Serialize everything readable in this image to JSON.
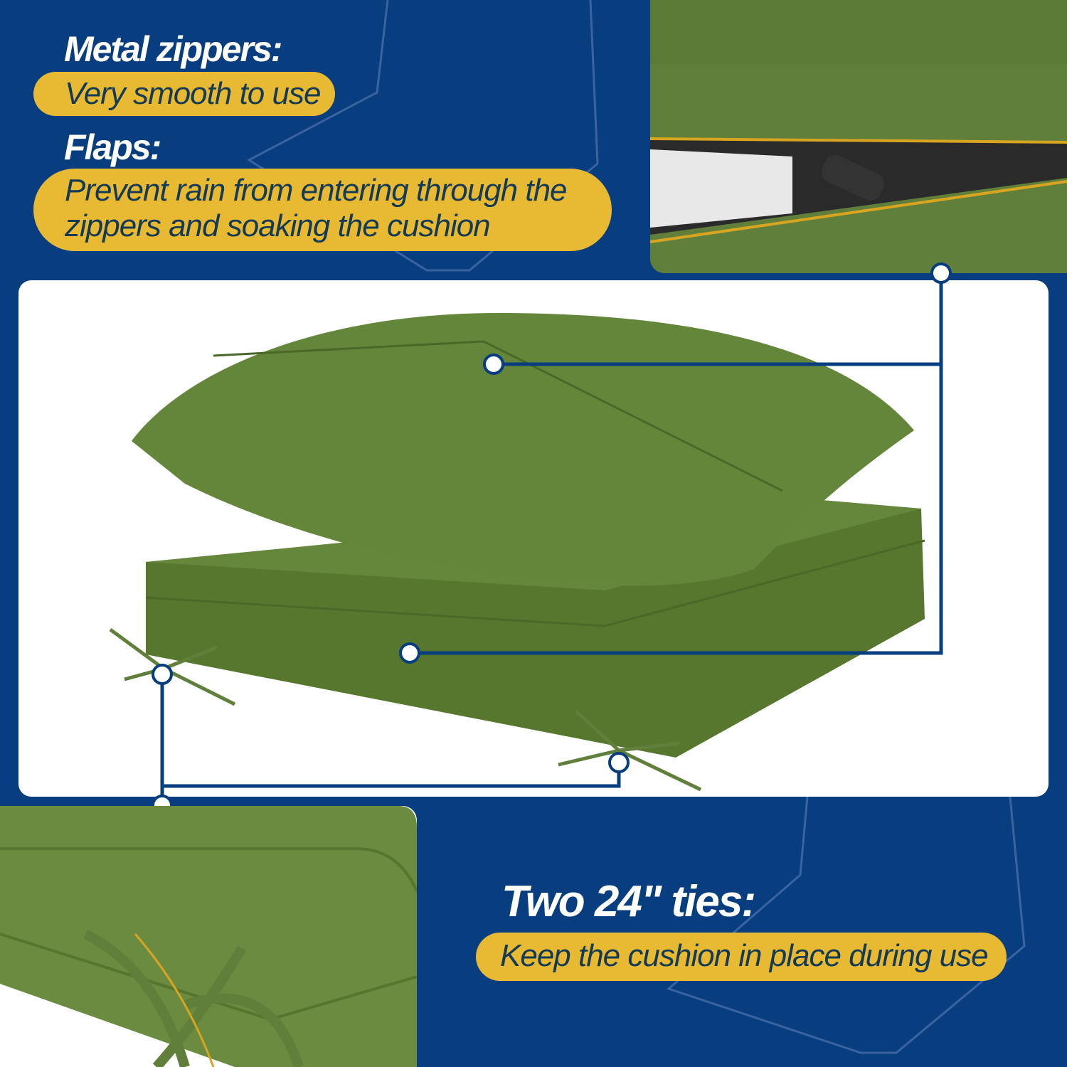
{
  "colors": {
    "background": "#083d7f",
    "pill": "#e8b932",
    "pill_text": "#143a55",
    "cushion": "#5f7f3a",
    "panel": "#ffffff"
  },
  "features": [
    {
      "title": "Metal zippers:",
      "description": "Very smooth to use"
    },
    {
      "title": "Flaps:",
      "description_lines": [
        "Prevent rain from entering through the",
        "zippers and soaking the cushion"
      ]
    },
    {
      "title": "Two 24\" ties:",
      "description": "Keep the cushion in place during use"
    }
  ]
}
